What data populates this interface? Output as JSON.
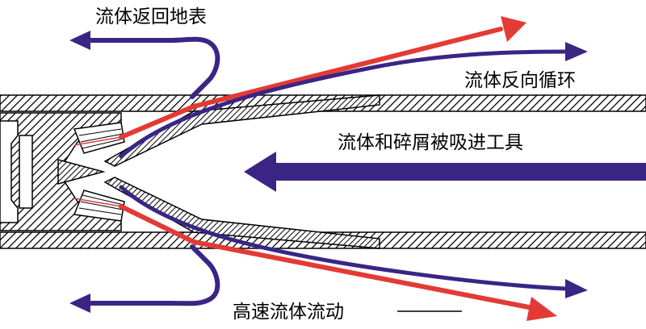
{
  "labels": {
    "return_to_surface": "流体返回地表",
    "reverse_circulation": "流体反向循环",
    "sucked_into_tool": "流体和碎屑被吸进工具",
    "high_speed_flow": "高速流体流动"
  },
  "colors": {
    "primary_flow": "#3A2585",
    "high_speed_jet": "#E33A36",
    "wall_stroke": "#000000",
    "hatch": "#000000",
    "background": "#ffffff"
  },
  "icons": {
    "flow_arrow_head": "triangle-arrow-head-icon",
    "pipe_wall": "hatched-pipe-wall",
    "nozzle": "threaded-nozzle-icon"
  }
}
